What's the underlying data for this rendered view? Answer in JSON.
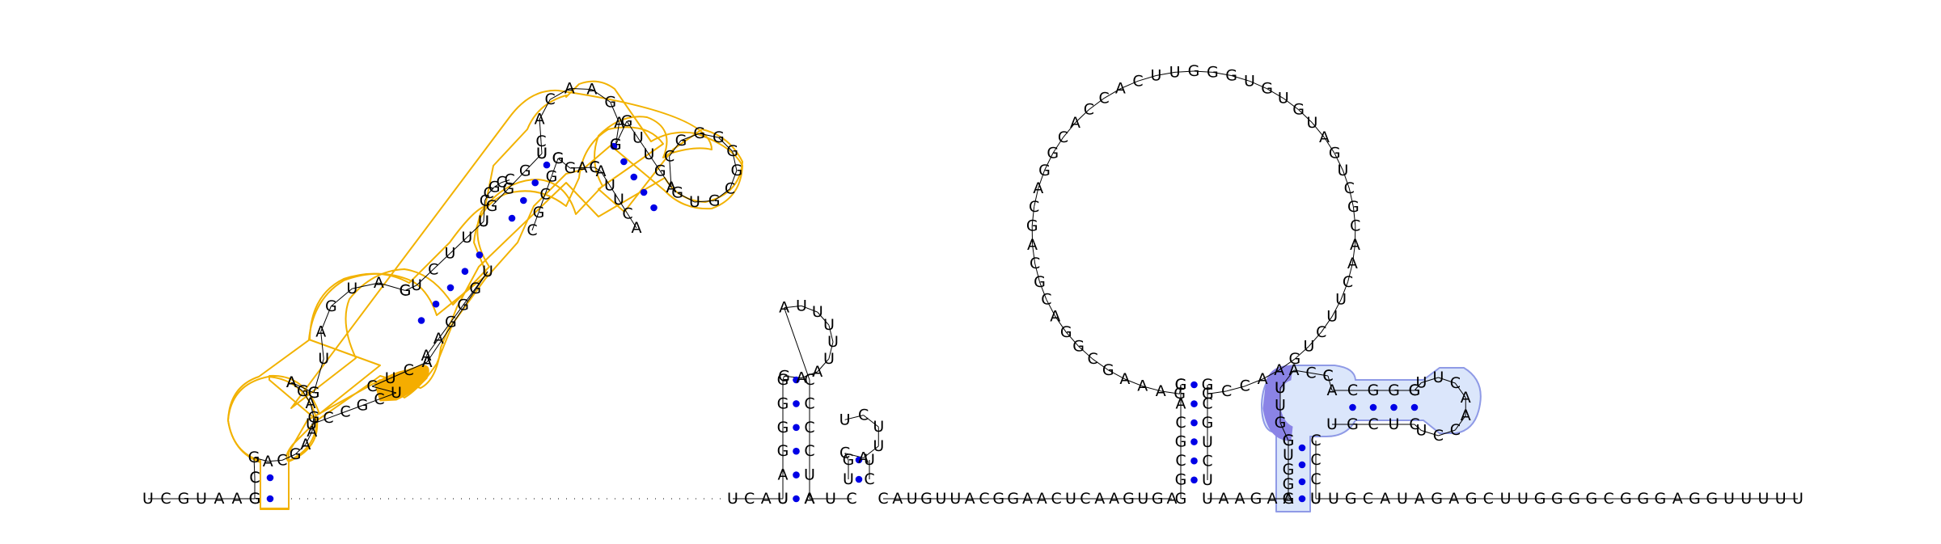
{
  "diagram": {
    "type": "rna-secondary-structure",
    "colors": {
      "backbone": "#000000",
      "base_pair": "#0000e6",
      "orange_outline": "#f2b200",
      "orange_fill": "#ffffff",
      "orange_highlight": "#f5ad00",
      "blue_outline": "#8f9ae6",
      "blue_fill": "#dbe6fb",
      "blue_highlight": "#8a83e6"
    },
    "left_5prime": "UCGUAAG",
    "orange_domain": {
      "stem1_5p": "G",
      "stem1_3p": "C",
      "stem2_5p": "C",
      "stem2_3p": "GA",
      "internal_loop_left": "GACGAAGAGA",
      "internal_loop_right": "AGGCUC",
      "stem3_5p": "G",
      "stem3_3p": "UCCGCU",
      "big_loop": "UAGUAG",
      "highlight": "CUCA",
      "stem4_5p": "UCUUU",
      "stem4_3p": "AAGGGU",
      "loop2": "CCGCC",
      "stem5_5p": "GGGU",
      "stem5_3p": "CGCGG",
      "top_loop": "CACAAGAG",
      "mid_segment": "GAC",
      "stem6_5p": "GUUGA",
      "stem6_3p": "AUUCA",
      "small_loop": "CGGGGGCGUG"
    },
    "hairpin_a": {
      "stem_5p": "UAGGGG",
      "stem_3p": "AUCCCC",
      "loop": "GAAUUUUUA"
    },
    "hairpin_b": {
      "stem_5p": "UG",
      "stem_3p": "UC",
      "loop": "CAUUCU"
    },
    "connector_mid": "CAUGUUACGGAACUCAAGUGA",
    "big_hairpin": {
      "stem_5p": "GGCGCAG",
      "stem_3p": "UCUGCG",
      "loop": "GAAAGCGGACGCAGCAGGCACCACUUGGGUGUGUAGUCGCAACUUCUGAACCG"
    },
    "blue_domain": {
      "stem_outer_5p": "GGGUG",
      "stem_outer_3p": "UCCC",
      "outer_run": "UAAGAA",
      "highlight": "GUU",
      "loop_left": "ACC",
      "stem_inner_5p": "ACGGG",
      "stem_inner_3p": "UGCUC",
      "loop_right": "UUCAACCU"
    },
    "right_3prime": "UGCAUAGAGCUUGGGGCGGGAGGUUUUU"
  }
}
